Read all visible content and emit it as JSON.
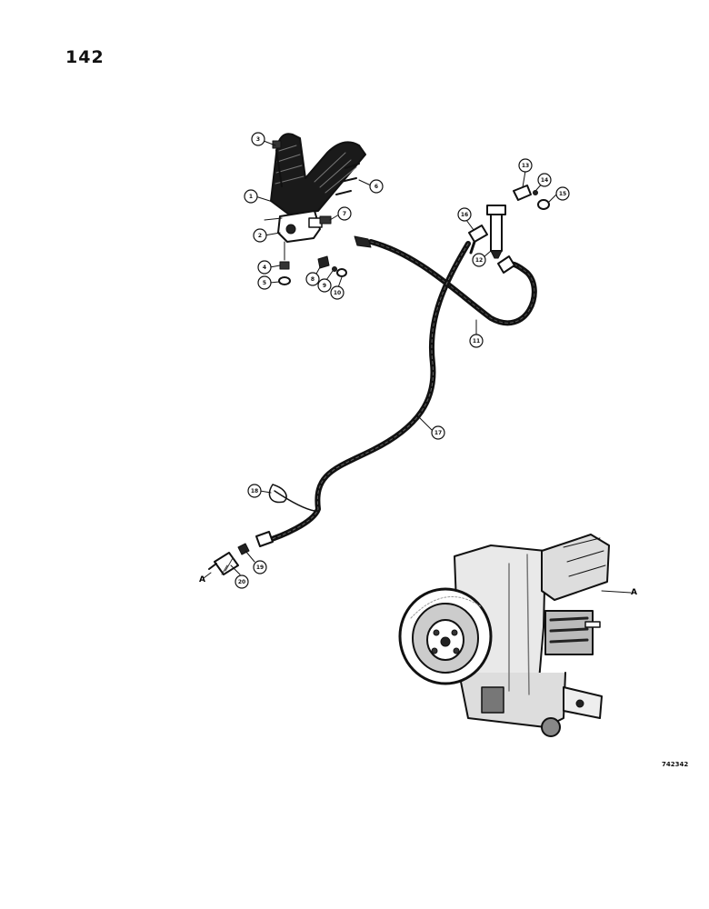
{
  "page_number": "142",
  "drawing_number": "742342",
  "reference_letter": "A",
  "callouts": [
    {
      "id": "c1",
      "label": "1"
    },
    {
      "id": "c2",
      "label": "2"
    },
    {
      "id": "c3",
      "label": "3"
    },
    {
      "id": "c4",
      "label": "4"
    },
    {
      "id": "c5",
      "label": "5"
    },
    {
      "id": "c6",
      "label": "6"
    },
    {
      "id": "c7",
      "label": "7"
    },
    {
      "id": "c8",
      "label": "8"
    },
    {
      "id": "c9",
      "label": "9"
    },
    {
      "id": "c10",
      "label": "10"
    },
    {
      "id": "c11",
      "label": "11"
    },
    {
      "id": "c12",
      "label": "12"
    },
    {
      "id": "c13",
      "label": "13"
    },
    {
      "id": "c14",
      "label": "14"
    },
    {
      "id": "c15",
      "label": "15"
    },
    {
      "id": "c16",
      "label": "16"
    },
    {
      "id": "c17",
      "label": "17"
    },
    {
      "id": "c18",
      "label": "18"
    },
    {
      "id": "c19",
      "label": "19"
    },
    {
      "id": "c20",
      "label": "20"
    }
  ]
}
